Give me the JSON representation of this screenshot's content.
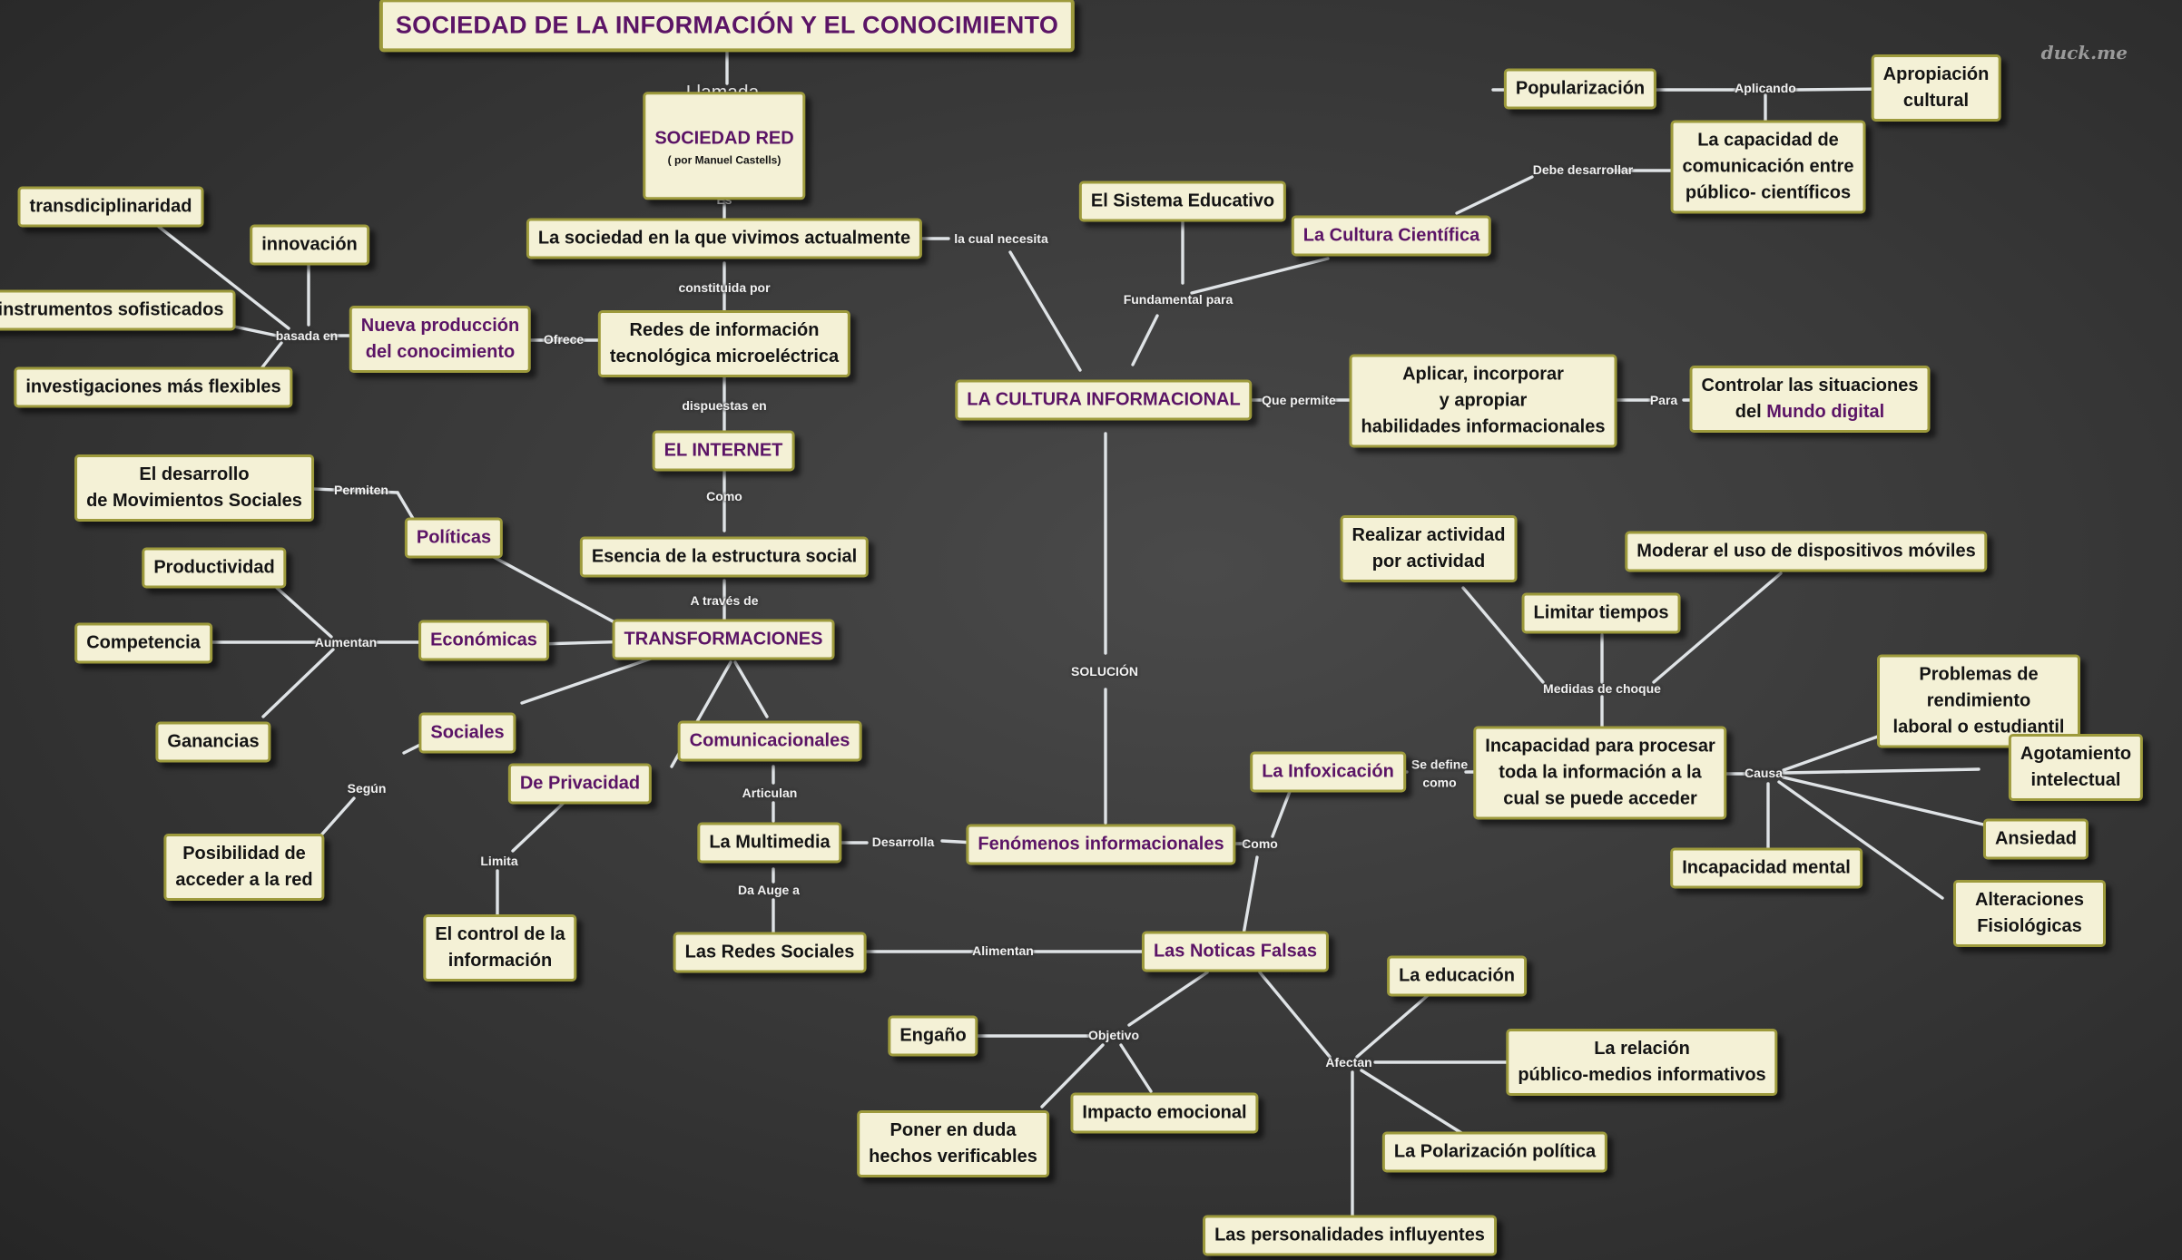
{
  "title": "SOCIEDAD DE LA INFORMACIÓN Y EL CONOCIMIENTO",
  "watermark": "duck.me",
  "colors": {
    "background": "#333333",
    "node_fill": "#f4f1d6",
    "node_border": "#9d9a3c",
    "accent_text": "#5b1466",
    "link": "#dfe3e6"
  },
  "nodes": {
    "sociedad_red": "SOCIEDAD RED",
    "sociedad_red_sub": "( por Manuel Castells)",
    "sociedad_actual": "La sociedad en la que vivimos actualmente",
    "redes_info": "Redes de información\ntecnológica microeléctrica",
    "el_internet": "EL INTERNET",
    "esencia": "Esencia de la estructura social",
    "transformaciones": "TRANSFORMACIONES",
    "nueva_produccion": "Nueva producción\ndel conocimiento",
    "transdisciplinariedad": "transdiciplinaridad",
    "innovacion": "innovación",
    "instrumentos": "instrumentos sofisticados",
    "investigaciones": "investigaciones más flexibles",
    "movimientos": "El desarrollo\nde Movimientos Sociales",
    "politicas": "Políticas",
    "productividad": "Productividad",
    "competencia": "Competencia",
    "ganancias": "Ganancias",
    "economicas": "Económicas",
    "sociales": "Sociales",
    "posibilidad": "Posibilidad de\nacceder a la red",
    "privacidad": "De Privacidad",
    "control": "El control de la\ninformación",
    "comunicacionales": "Comunicacionales",
    "multimedia": "La Multimedia",
    "redes_sociales": "Las Redes Sociales",
    "cultura_informacional": "LA CULTURA INFORMACIONAL",
    "sistema_educativo": "El Sistema Educativo",
    "cultura_cientifica": "La Cultura Científica",
    "popularizacion": "Popularización",
    "apropiacion": "Apropiación\ncultural",
    "capacidad": "La capacidad de\ncomunicación entre\npúblico- científicos",
    "aplicar": "Aplicar, incorporar\ny apropiar\nhabilidades informacionales",
    "controlar_pre": "Controlar las situaciones\ndel ",
    "controlar_acc": "Mundo digital",
    "fenomenos": "Fenómenos informacionales",
    "infoxicacion": "La Infoxicación",
    "incapacidad_procesar": "Incapacidad para procesar\ntoda la información a la\ncual se puede acceder",
    "realizar": "Realizar actividad\npor actividad",
    "limitar": "Limitar tiempos",
    "moderar": "Moderar el uso de dispositivos móviles",
    "problemas": "Problemas de rendimiento\nlaboral o estudiantil",
    "agotamiento": "Agotamiento intelectual",
    "ansiedad": "Ansiedad",
    "alteraciones": "Alteraciones Fisiológicas",
    "incapacidad_mental": "Incapacidad mental",
    "noticias_falsas": "Las Noticas Falsas",
    "engano": "Engaño",
    "poner_duda": "Poner en duda\nhechos verificables",
    "impacto": "Impacto emocional",
    "educacion": "La educación",
    "relacion": "La relación\npúblico-medios informativos",
    "polarizacion": "La Polarización política",
    "personalidades": "Las personalidades influyentes"
  },
  "links": {
    "llamada": "Llamada",
    "es": "Es",
    "la_cual_necesita": "la cual necesita",
    "constituida_por": "constituida por",
    "ofrece": "Ofrece",
    "basada_en": "basada en",
    "dispuestas_en": "dispuestas en",
    "como1": "Como",
    "a_traves_de": "A través de",
    "permiten": "Permiten",
    "aumentan": "Aumentan",
    "segun": "Según",
    "limita": "Limita",
    "articulan": "Articulan",
    "desarrolla": "Desarrolla",
    "da_auge_a": "Da Auge a",
    "alimentan": "Alimentan",
    "fundamental_para": "Fundamental para",
    "debe_desarrollar": "Debe desarrollar",
    "aplicando": "Aplicando",
    "que_permite": "Que permite",
    "para": "Para",
    "solucion": "SOLUCIÓN",
    "como2": "Como",
    "se_define_como": "Se define\ncomo",
    "medidas_de_choque": "Medidas de choque",
    "causa": "Causa",
    "objetivo": "Objetivo",
    "afectan": "Afectan"
  }
}
